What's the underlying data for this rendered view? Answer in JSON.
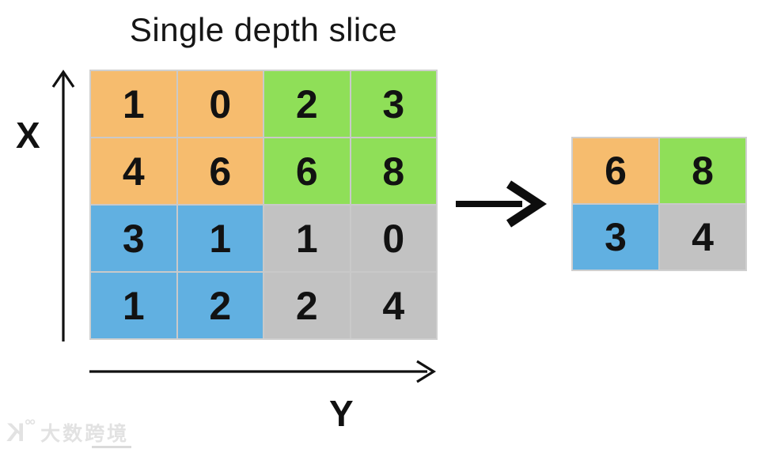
{
  "title": "Single depth slice",
  "axes": {
    "x_label": "X",
    "y_label": "Y"
  },
  "colors": {
    "orange": "#f6bc6e",
    "green": "#8fdf58",
    "blue": "#61b0e1",
    "gray": "#c2c2c2"
  },
  "input_grid": {
    "rows": 4,
    "cols": 4,
    "cells": [
      {
        "value": "1",
        "color": "orange"
      },
      {
        "value": "0",
        "color": "orange"
      },
      {
        "value": "2",
        "color": "green"
      },
      {
        "value": "3",
        "color": "green"
      },
      {
        "value": "4",
        "color": "orange"
      },
      {
        "value": "6",
        "color": "orange"
      },
      {
        "value": "6",
        "color": "green"
      },
      {
        "value": "8",
        "color": "green"
      },
      {
        "value": "3",
        "color": "blue"
      },
      {
        "value": "1",
        "color": "blue"
      },
      {
        "value": "1",
        "color": "gray"
      },
      {
        "value": "0",
        "color": "gray"
      },
      {
        "value": "1",
        "color": "blue"
      },
      {
        "value": "2",
        "color": "blue"
      },
      {
        "value": "2",
        "color": "gray"
      },
      {
        "value": "4",
        "color": "gray"
      }
    ]
  },
  "output_grid": {
    "rows": 2,
    "cols": 2,
    "cells": [
      {
        "value": "6",
        "color": "orange"
      },
      {
        "value": "8",
        "color": "green"
      },
      {
        "value": "3",
        "color": "blue"
      },
      {
        "value": "4",
        "color": "gray"
      }
    ]
  },
  "watermark": {
    "logo": "K",
    "logo_circles": "°°",
    "text": "大数跨境"
  }
}
